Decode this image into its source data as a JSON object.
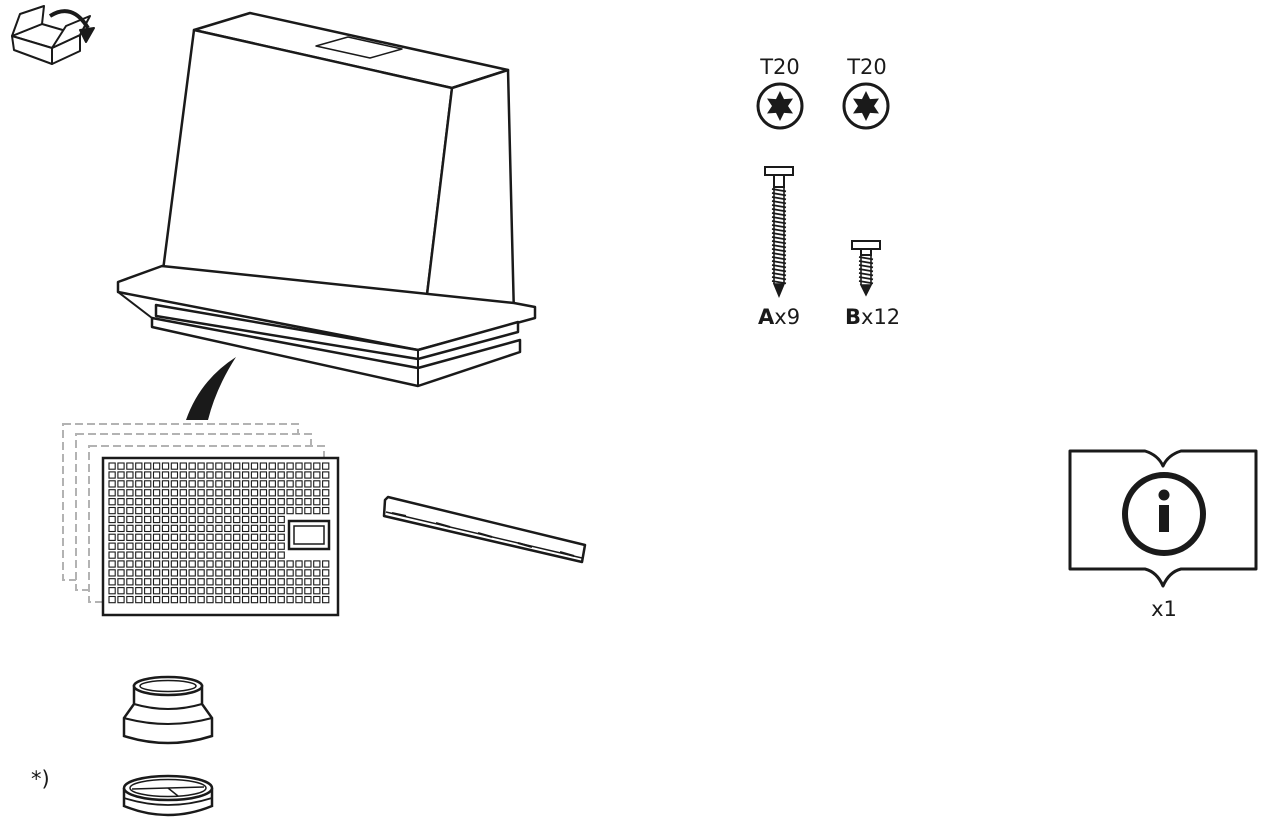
{
  "screws": {
    "torx_label_1": "T20",
    "torx_label_2": "T20",
    "screw_a": {
      "letter": "A",
      "qty": "x9"
    },
    "screw_b": {
      "letter": "B",
      "qty": "x12"
    }
  },
  "manual": {
    "qty": "x1"
  },
  "footnote": {
    "marker": "*)"
  },
  "icons": {
    "unpack": "box-unpack-icon",
    "torx": "torx-bit-icon",
    "manual": "info-manual-icon"
  },
  "colors": {
    "line": "#1a1a1a",
    "dashed": "#b3b3b3",
    "fill": "#ffffff"
  }
}
